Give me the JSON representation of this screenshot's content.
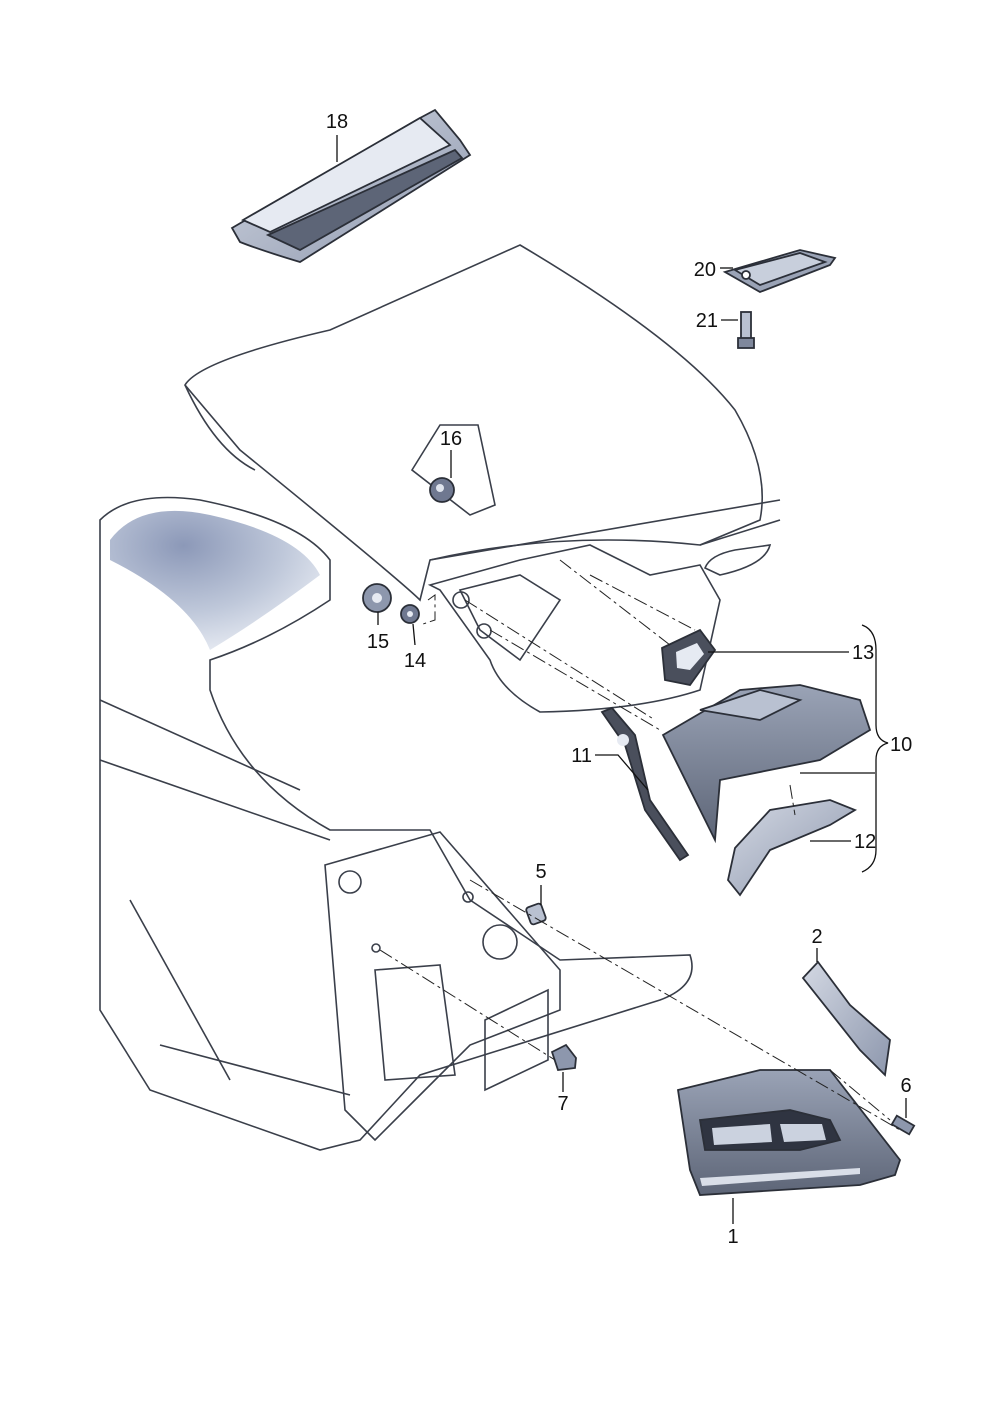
{
  "callouts": [
    {
      "id": "1",
      "label": "1"
    },
    {
      "id": "2",
      "label": "2"
    },
    {
      "id": "5",
      "label": "5"
    },
    {
      "id": "6",
      "label": "6"
    },
    {
      "id": "7",
      "label": "7"
    },
    {
      "id": "10",
      "label": "10"
    },
    {
      "id": "11",
      "label": "11"
    },
    {
      "id": "12",
      "label": "12"
    },
    {
      "id": "13",
      "label": "13"
    },
    {
      "id": "14",
      "label": "14"
    },
    {
      "id": "15",
      "label": "15"
    },
    {
      "id": "16",
      "label": "16"
    },
    {
      "id": "18",
      "label": "18"
    },
    {
      "id": "20",
      "label": "20"
    },
    {
      "id": "21",
      "label": "21"
    }
  ],
  "colors": {
    "body_fill": "#dde2ec",
    "body_shade": "#a9b4c9",
    "part_fill": "#b9c1d1",
    "part_dark": "#4a4f5c",
    "line": "#111111"
  }
}
